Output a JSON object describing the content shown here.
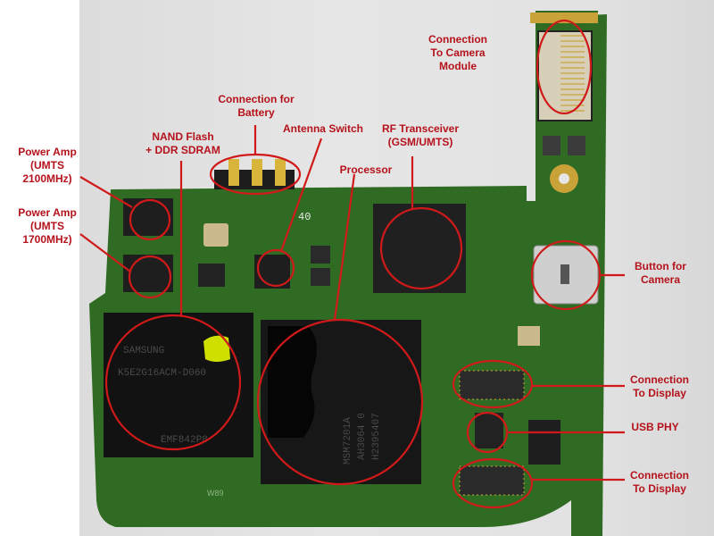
{
  "title": "Annotated phone mainboard",
  "colors": {
    "annotation": "#b5121b",
    "pcb": "#2f6b22",
    "chip": "#1a1a1a",
    "background": "#e2e2e2"
  },
  "labels": {
    "power_amp_2100": [
      "Power Amp",
      "(UMTS",
      "2100MHz)"
    ],
    "power_amp_1700": [
      "Power Amp",
      "(UMTS",
      "1700MHz)"
    ],
    "nand_flash": [
      "NAND Flash",
      "+ DDR SDRAM"
    ],
    "battery": [
      "Connection for",
      "Battery"
    ],
    "antenna_switch": [
      "Antenna Switch"
    ],
    "rf_transceiver": [
      "RF Transceiver",
      "(GSM/UMTS)"
    ],
    "processor": [
      "Processor"
    ],
    "camera_connector": [
      "Connection",
      "To Camera",
      "Module"
    ],
    "camera_button": [
      "Button for",
      "Camera"
    ],
    "display_conn_1": [
      "Connection",
      "To Display"
    ],
    "usb_phy": [
      "USB PHY"
    ],
    "display_conn_2": [
      "Connection",
      "To Display"
    ]
  },
  "chip_markings": {
    "memory": [
      "SAMSUNG",
      "K5E2G16ACM-D060",
      "EMF842P8"
    ],
    "processor": [
      "MSM7201A",
      "AH3064 0",
      "H2395407"
    ],
    "board_silkscreen": "40",
    "board_bottom": "W89"
  }
}
